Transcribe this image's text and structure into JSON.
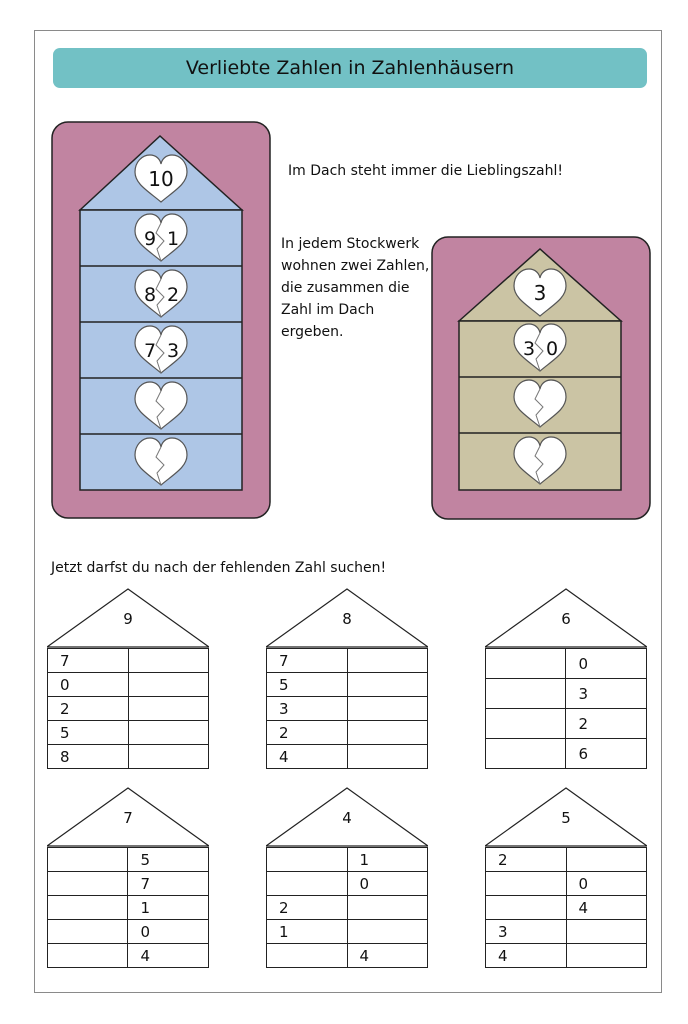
{
  "title": "Verliebte Zahlen in Zahlenhäusern",
  "explanations": {
    "roof_rule": "Im Dach steht immer die Lieblingszahl!",
    "floor_rule": "In jedem Stockwerk\nwohnen zwei Zahlen,\ndie zusammen die\nZahl im Dach\nergeben."
  },
  "colors": {
    "banner": "#72c1c5",
    "house_frame": "#c184a1",
    "house_blue": "#aec6e6",
    "house_khaki": "#cbc4a4",
    "heart": "#ffffff"
  },
  "example_houses": [
    {
      "roof": "10",
      "floors": [
        {
          "left": "9",
          "right": "1"
        },
        {
          "left": "8",
          "right": "2"
        },
        {
          "left": "7",
          "right": "3"
        },
        {
          "left": "",
          "right": ""
        },
        {
          "left": "",
          "right": ""
        }
      ]
    },
    {
      "roof": "3",
      "floors": [
        {
          "left": "3",
          "right": "0"
        },
        {
          "left": "",
          "right": ""
        },
        {
          "left": "",
          "right": ""
        }
      ]
    }
  ],
  "task_instruction": "Jetzt darfst du nach der fehlenden Zahl suchen!",
  "worksheet_houses": [
    {
      "roof": "9",
      "rows": [
        [
          "7",
          ""
        ],
        [
          "0",
          ""
        ],
        [
          "2",
          ""
        ],
        [
          "5",
          ""
        ],
        [
          "8",
          ""
        ]
      ]
    },
    {
      "roof": "8",
      "rows": [
        [
          "7",
          ""
        ],
        [
          "5",
          ""
        ],
        [
          "3",
          ""
        ],
        [
          "2",
          ""
        ],
        [
          "4",
          ""
        ]
      ]
    },
    {
      "roof": "6",
      "rows": [
        [
          "",
          "0"
        ],
        [
          "",
          "3"
        ],
        [
          "",
          "2"
        ],
        [
          "",
          "6"
        ]
      ]
    },
    {
      "roof": "7",
      "rows": [
        [
          "",
          "5"
        ],
        [
          "",
          "7"
        ],
        [
          "",
          "1"
        ],
        [
          "",
          "0"
        ],
        [
          "",
          "4"
        ]
      ]
    },
    {
      "roof": "4",
      "rows": [
        [
          "",
          "1"
        ],
        [
          "",
          "0"
        ],
        [
          "2",
          ""
        ],
        [
          "1",
          ""
        ],
        [
          "",
          "4"
        ]
      ]
    },
    {
      "roof": "5",
      "rows": [
        [
          "2",
          ""
        ],
        [
          "",
          "0"
        ],
        [
          "",
          "4"
        ],
        [
          "3",
          ""
        ],
        [
          "4",
          ""
        ]
      ]
    }
  ]
}
